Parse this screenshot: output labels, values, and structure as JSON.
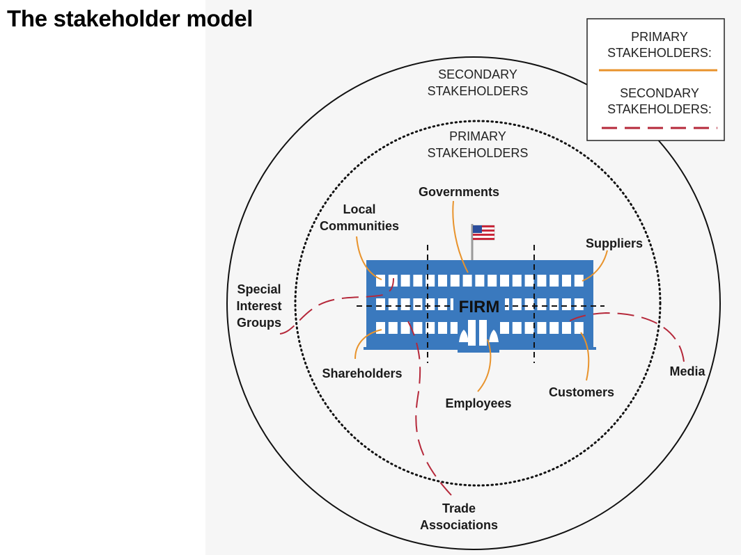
{
  "title": "The stakeholder model",
  "rings": {
    "outer_label_line1": "SECONDARY",
    "outer_label_line2": "STAKEHOLDERS",
    "inner_label_line1": "PRIMARY",
    "inner_label_line2": "STAKEHOLDERS"
  },
  "firm_label": "FIRM",
  "primary_stakeholders": [
    {
      "id": "governments",
      "lines": [
        "Governments"
      ]
    },
    {
      "id": "local-communities",
      "lines": [
        "Local",
        "Communities"
      ]
    },
    {
      "id": "suppliers",
      "lines": [
        "Suppliers"
      ]
    },
    {
      "id": "shareholders",
      "lines": [
        "Shareholders"
      ]
    },
    {
      "id": "employees",
      "lines": [
        "Employees"
      ]
    },
    {
      "id": "customers",
      "lines": [
        "Customers"
      ]
    }
  ],
  "secondary_stakeholders": [
    {
      "id": "special-interest-groups",
      "lines": [
        "Special",
        "Interest",
        "Groups"
      ]
    },
    {
      "id": "media",
      "lines": [
        "Media"
      ]
    },
    {
      "id": "trade-associations",
      "lines": [
        "Trade",
        "Associations"
      ]
    }
  ],
  "legend": {
    "primary_line1": "PRIMARY",
    "primary_line2": "STAKEHOLDERS:",
    "secondary_line1": "SECONDARY",
    "secondary_line2": "STAKEHOLDERS:"
  },
  "colors": {
    "primary_line": "#e8932c",
    "secondary_line": "#b5283a",
    "building": "#3a79be"
  }
}
